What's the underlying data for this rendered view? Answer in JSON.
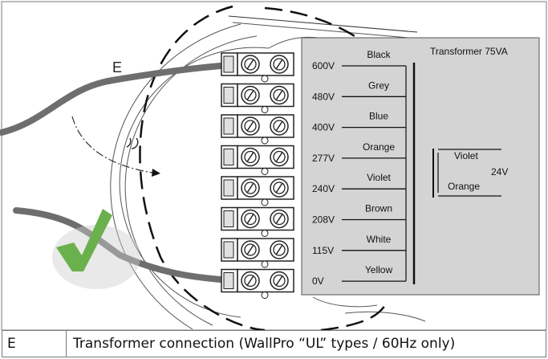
{
  "diagram": {
    "callout_letter": "E",
    "transformer_title": "Transformer 75VA",
    "taps": [
      {
        "voltage": "600V",
        "color": "Black"
      },
      {
        "voltage": "480V",
        "color": "Grey"
      },
      {
        "voltage": "400V",
        "color": "Blue"
      },
      {
        "voltage": "277V",
        "color": "Orange"
      },
      {
        "voltage": "240V",
        "color": "Violet"
      },
      {
        "voltage": "208V",
        "color": "Brown"
      },
      {
        "voltage": "115V",
        "color": "White"
      },
      {
        "voltage": "0V",
        "color": "Yellow"
      }
    ],
    "secondary": {
      "top": "Violet",
      "bottom": "Orange",
      "voltage": "24V"
    },
    "check_icon": "checkmark-icon",
    "check_color": "#6ab04c"
  },
  "legend": {
    "key": "E",
    "description": "Transformer connection (WallPro “UL” types / 60Hz only)"
  }
}
